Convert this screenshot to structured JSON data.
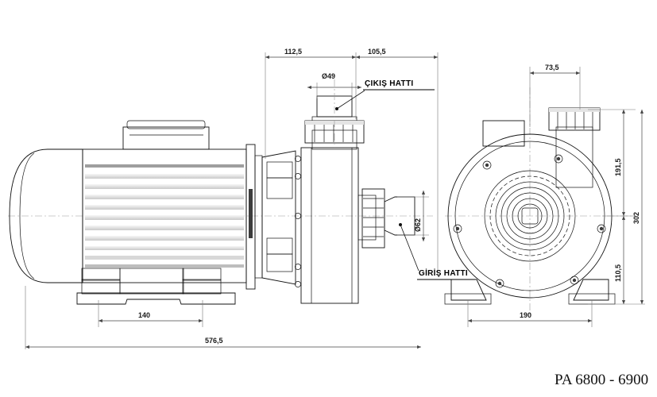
{
  "drawing": {
    "title": "PA 6800  - 6900",
    "subject": "centrifugal-pump-with-electric-motor",
    "views": {
      "left": "side-elevation",
      "right": "front-elevation"
    }
  },
  "callouts": [
    {
      "id": "outlet",
      "label": "ÇIKIŞ HATTI"
    },
    {
      "id": "inlet",
      "label": "GİRİŞ HATTI"
    }
  ],
  "dimensions": {
    "top_left_a": "112,5",
    "top_left_b": "105,5",
    "outlet_dia": "Ø49",
    "inlet_dia": "Ø62",
    "motor_feet": "140",
    "overall_len": "576,5",
    "top_right": "73,5",
    "right_upper": "191,5",
    "right_total": "302",
    "right_lower": "110,5",
    "front_feet": "190"
  },
  "colors": {
    "line": "#111111",
    "dim_line": "#444444",
    "ext_line": "#777777",
    "body_dark": "#262626",
    "body_mid": "#8c8c8c",
    "body_light": "#f2f2f2",
    "background": "#ffffff"
  }
}
